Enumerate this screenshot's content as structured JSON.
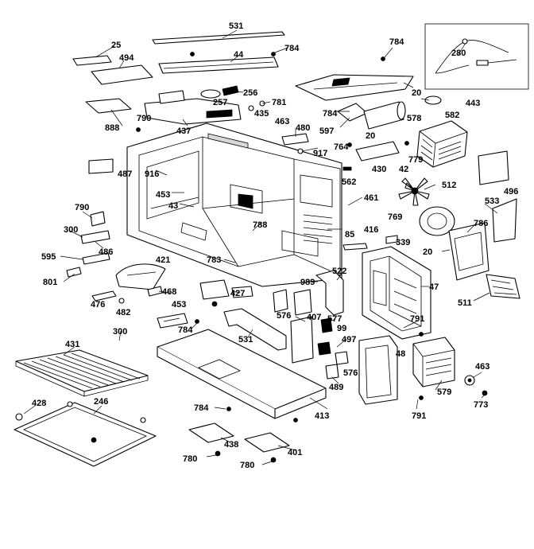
{
  "labels": [
    "531",
    "784",
    "25",
    "494",
    "44",
    "280",
    "784",
    "256",
    "257",
    "781",
    "435",
    "443",
    "20",
    "888",
    "790",
    "437",
    "784",
    "463",
    "480",
    "597",
    "578",
    "582",
    "20",
    "917",
    "764",
    "779",
    "42",
    "430",
    "487",
    "916",
    "453",
    "43",
    "562",
    "512",
    "496",
    "790",
    "461",
    "300",
    "416",
    "786",
    "533",
    "769",
    "788",
    "85",
    "339",
    "486",
    "421",
    "595",
    "783",
    "20",
    "801",
    "47",
    "989",
    "522",
    "468",
    "427",
    "511",
    "476",
    "576",
    "407",
    "577",
    "482",
    "453",
    "791",
    "784",
    "99",
    "531",
    "300",
    "431",
    "497",
    "48",
    "463",
    "576",
    "489",
    "579",
    "428",
    "246",
    "773",
    "791",
    "413",
    "784",
    "438",
    "401",
    "780",
    "780"
  ]
}
